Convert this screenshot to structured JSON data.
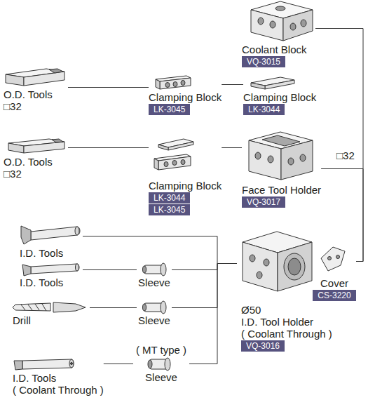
{
  "diagram": {
    "nodes": [
      {
        "text": [
          "Coolant Block",
          "VQ-3015"
        ]
      },
      {
        "text": [
          "O.D. Tools",
          "□32"
        ]
      },
      {
        "text": [
          "Clamping Block",
          "LK-3045"
        ]
      },
      {
        "text": [
          "Clamping Block",
          "LK-3044"
        ]
      },
      {
        "text": [
          "Face Tool Holder",
          "VQ-3017"
        ]
      },
      {
        "text": [
          "O.D. Tools",
          "□32"
        ]
      },
      {
        "text": [
          "Clamping Block",
          "LK-3044",
          "LK-3045"
        ]
      },
      {
        "text": [
          "I.D. Tools"
        ]
      },
      {
        "text": [
          "I.D. Tools"
        ]
      },
      {
        "text": [
          "Sleeve"
        ]
      },
      {
        "text": [
          "Drill"
        ]
      },
      {
        "text": [
          "Sleeve"
        ]
      },
      {
        "text": [
          "I.D. Tools",
          "( Coolant Through )"
        ]
      },
      {
        "text": [
          "( MT type )",
          "Sleeve"
        ]
      },
      {
        "text": [
          "Ø50",
          "I.D. Tool Holder",
          "( Coolant Through )",
          "VQ-3016"
        ]
      },
      {
        "text": [
          "Cover",
          "CS-3220"
        ]
      }
    ],
    "edges": [
      {
        "from": 1,
        "to": 2,
        "arrow": "none"
      },
      {
        "from": 2,
        "to": 3,
        "arrow": "none"
      },
      {
        "from": 0,
        "to": 15,
        "arrow": "none"
      },
      {
        "from": 4,
        "to": 15,
        "arrow": "none"
      },
      {
        "from": 5,
        "to": 6,
        "arrow": "none"
      },
      {
        "from": 6,
        "to": 4,
        "arrow": "none"
      },
      {
        "from": 7,
        "to": 14,
        "arrow": "none"
      },
      {
        "from": 8,
        "to": 9,
        "arrow": "none"
      },
      {
        "from": 9,
        "to": 14,
        "arrow": "none"
      },
      {
        "from": 10,
        "to": 11,
        "arrow": "none"
      },
      {
        "from": 11,
        "to": 14,
        "arrow": "none"
      },
      {
        "from": 12,
        "to": 13,
        "arrow": "none"
      },
      {
        "from": 13,
        "to": 14,
        "arrow": "none"
      }
    ],
    "labels": [
      "□32"
    ]
  }
}
